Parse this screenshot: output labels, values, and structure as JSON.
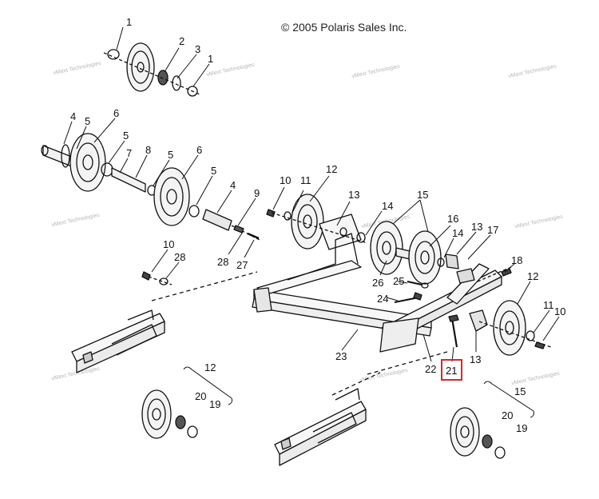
{
  "copyright": "© 2005 Polaris Sales Inc.",
  "watermark": "vMext Technologies",
  "highlight_color": "#d22a2a",
  "highlighted_part": "21",
  "part_labels": [
    "1",
    "2",
    "3",
    "1",
    "4",
    "5",
    "6",
    "5",
    "7",
    "8",
    "5",
    "6",
    "5",
    "4",
    "9",
    "10",
    "11",
    "12",
    "13",
    "14",
    "15",
    "16",
    "14",
    "13",
    "17",
    "10",
    "28",
    "28",
    "27",
    "26",
    "25",
    "24",
    "18",
    "12",
    "11",
    "10",
    "23",
    "22",
    "21",
    "13",
    "12",
    "20",
    "19",
    "15",
    "20",
    "19"
  ]
}
